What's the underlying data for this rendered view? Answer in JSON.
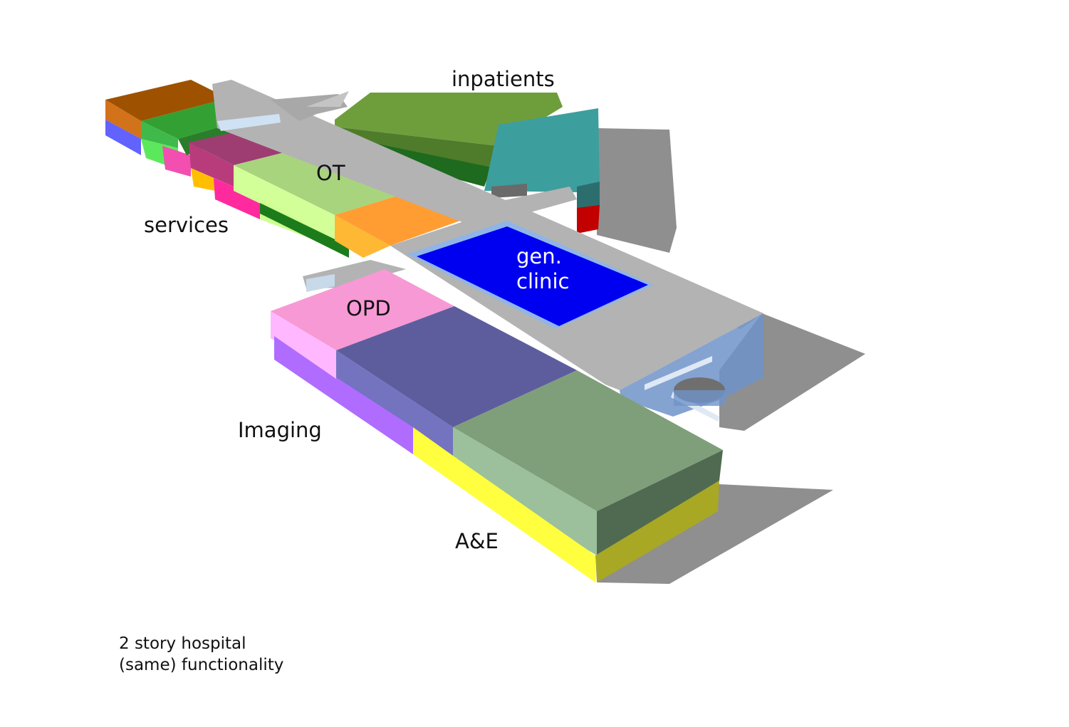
{
  "labels": {
    "inpatients": "inpatients",
    "ot": "OT",
    "services": "services",
    "gen_clinic_line1": "gen.",
    "gen_clinic_line2": "clinic",
    "opd": "OPD",
    "imaging": "Imaging",
    "ae": "A&E"
  },
  "caption": {
    "line1": "2 story hospital",
    "line2": "(same) functionality"
  },
  "colors": {
    "corridor": "#b3b3b3",
    "shadow": "#8f8f8f",
    "gen_clinic": "#0000f0",
    "opd": "#f799d4",
    "inpatients": "#6e9e3c",
    "teal": "#3d9e9e",
    "ae_top": "#7f9f7a",
    "ae_lower": "#ffff3f",
    "imaging_lower": "#b06cff",
    "glass": "#6f93c9"
  }
}
